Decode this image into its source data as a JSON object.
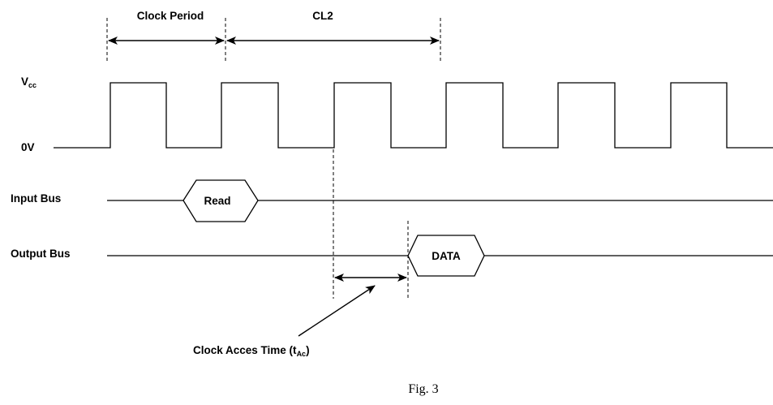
{
  "labels": {
    "vcc_main": "V",
    "vcc_sub": "cc",
    "zero_v": "0V",
    "input_bus": "Input Bus",
    "output_bus": "Output Bus"
  },
  "timing": {
    "clock_period": "Clock Period",
    "cl2": "CL2",
    "access_time_main": "Clock Acces Time (t",
    "access_time_sub": "Ac",
    "access_time_close": ")"
  },
  "bus": {
    "read": "Read",
    "data": "DATA"
  },
  "caption": "Fig. 3"
}
